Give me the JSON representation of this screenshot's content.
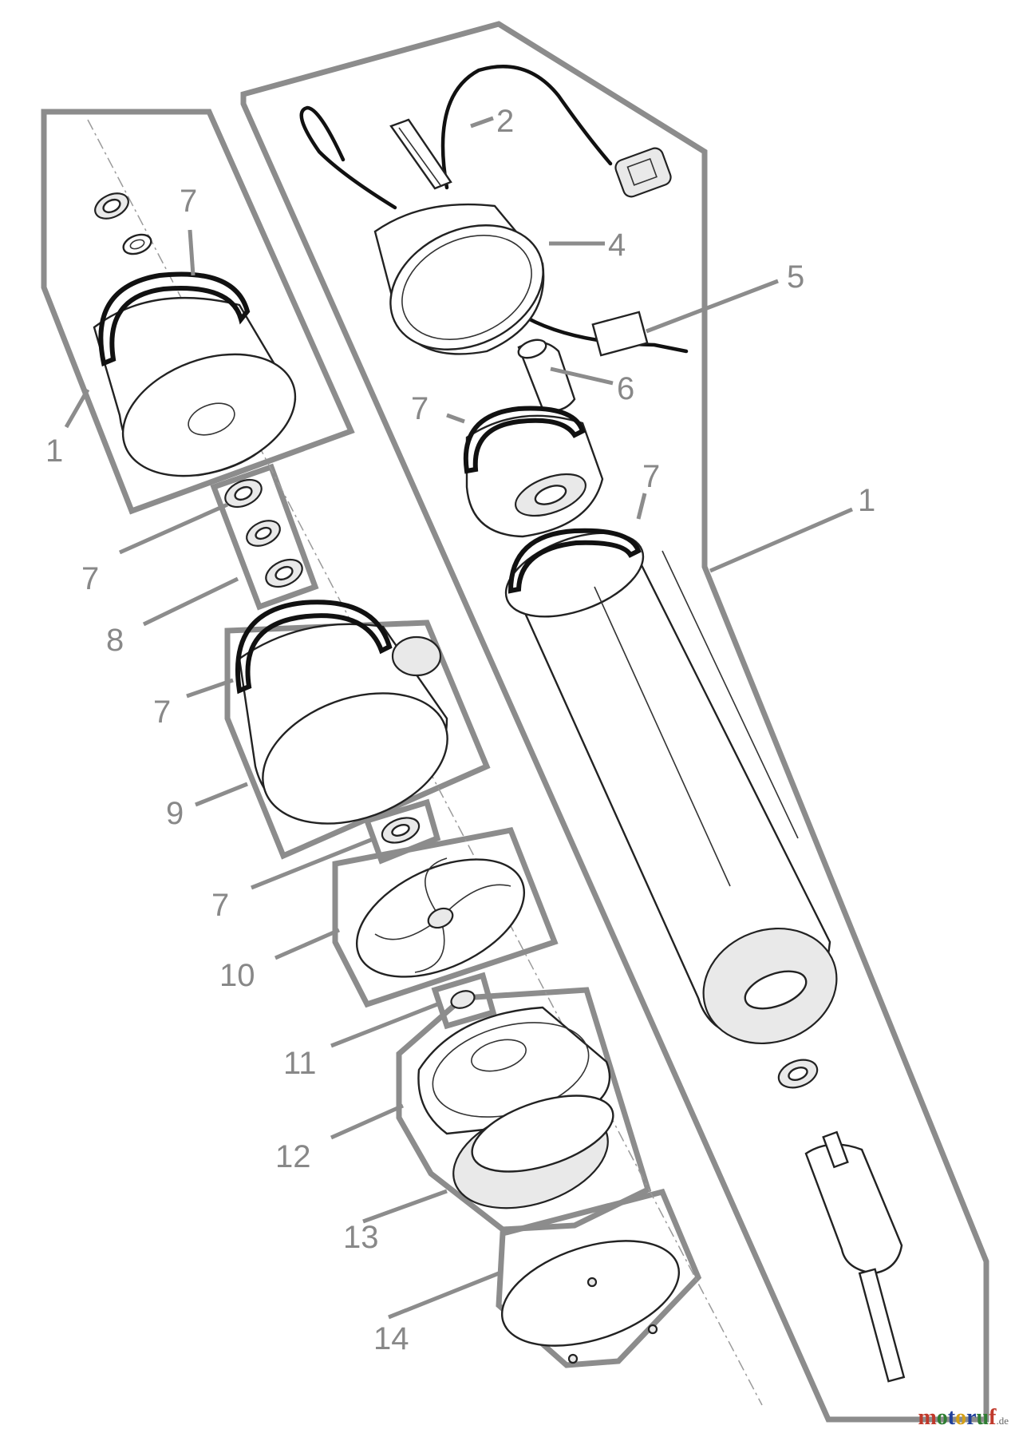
{
  "diagram": {
    "labels": {
      "l1_left": "1",
      "l1_right": "1",
      "l2": "2",
      "l4": "4",
      "l5": "5",
      "l6": "6",
      "l7_a": "7",
      "l7_b": "7",
      "l7_c": "7",
      "l7_d": "7",
      "l7_e": "7",
      "l7_f": "7",
      "l8": "8",
      "l9": "9",
      "l10": "10",
      "l11": "11",
      "l12": "12",
      "l13": "13",
      "l14": "14"
    }
  },
  "branding": {
    "name": "motoruf",
    "tld": ".de",
    "colors": {
      "m": "#c0392b",
      "o1": "#2e7d32",
      "t": "#1f3f9a",
      "o2": "#d4a017",
      "r": "#1f3f9a",
      "u": "#2e7d32",
      "f": "#c0392b"
    }
  }
}
